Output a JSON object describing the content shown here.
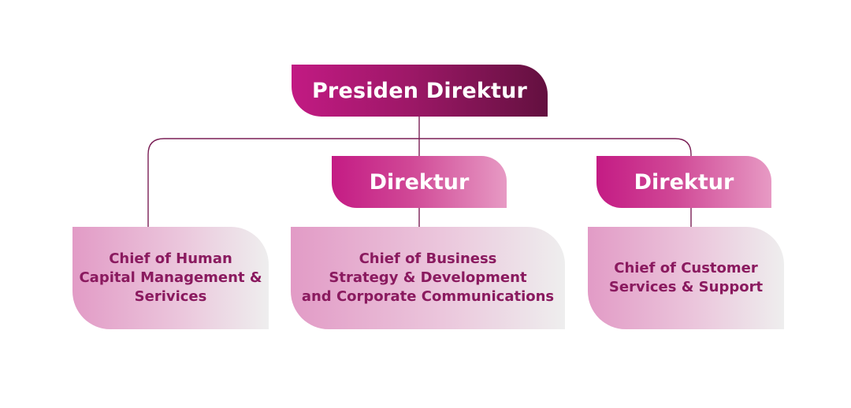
{
  "colors": {
    "top_box_start": "#c21a83",
    "top_box_end": "#63103f",
    "mid_box_start": "#c41b84",
    "mid_box_end": "#e79ac4",
    "chief_box_start": "#e29bc6",
    "chief_box_end": "#eeeeee",
    "chief_text": "#8a1a5f",
    "connector": "#7a1e55",
    "background": "#ffffff"
  },
  "org": {
    "top": {
      "label": "Presiden Direktur"
    },
    "directors": [
      {
        "label": "Direktur"
      },
      {
        "label": "Direktur"
      }
    ],
    "chiefs": [
      {
        "label": "Chief of Human\nCapital Management &\nSerivices"
      },
      {
        "label": "Chief of Business\nStrategy & Development\nand Corporate Communications"
      },
      {
        "label": "Chief of Customer\nServices & Support"
      }
    ]
  }
}
